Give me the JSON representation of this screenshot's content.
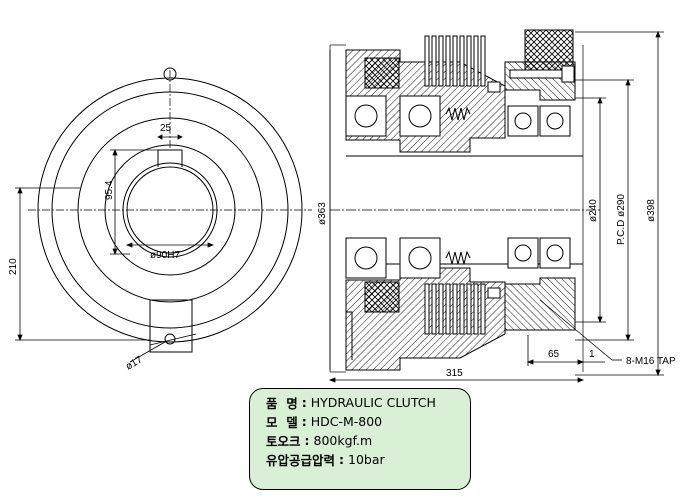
{
  "dimensions": {
    "keyway_width": "25",
    "keyway_depth": "95.4",
    "bore": "ø90H7",
    "vertical_offset": "210",
    "port_hole": "ø17",
    "outer_diameter": "ø363",
    "shaft_diameter": "ø240",
    "pcd": "P.C.D ø290",
    "flange_diameter": "ø398",
    "overall_length": "315",
    "flange_length": "65",
    "flange_gap": "1",
    "tap": "8-M16 TAP"
  },
  "spec": {
    "rows": [
      {
        "label": "품  명",
        "value": "HYDRAULIC CLUTCH"
      },
      {
        "label": "모  델",
        "value": "HDC-M-800"
      },
      {
        "label": "토오크",
        "value": "800kgf.m"
      },
      {
        "label": "유압공급압력",
        "value": "10bar"
      }
    ],
    "separator": ":"
  },
  "colors": {
    "line": "#000000",
    "box_fill": "#d9f0d6",
    "section_fill": "#ffffff"
  }
}
